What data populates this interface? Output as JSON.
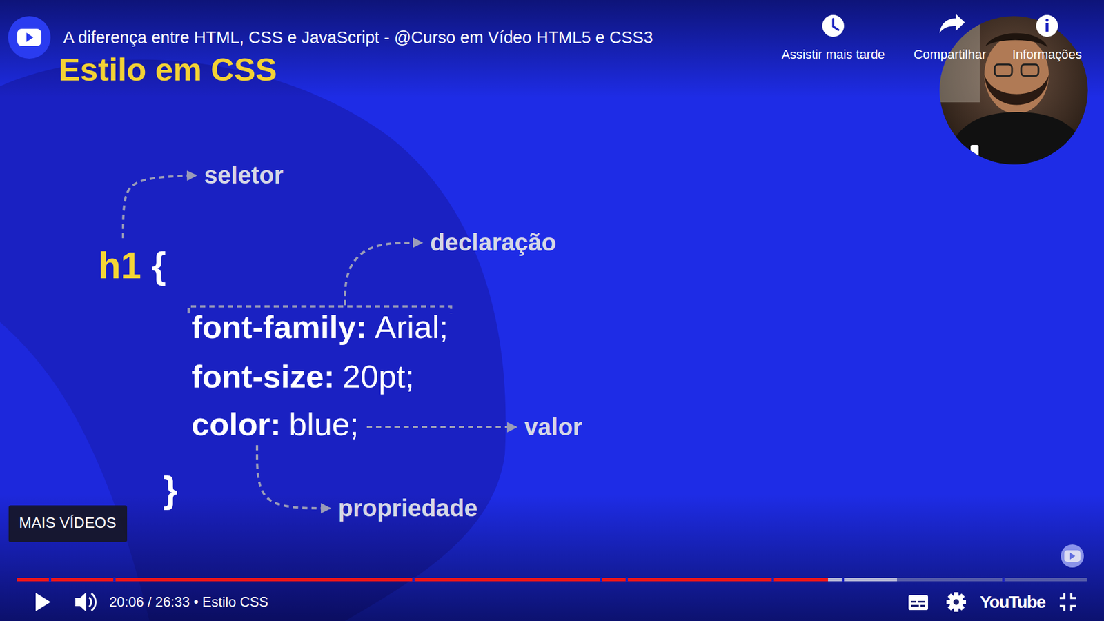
{
  "diagram": {
    "title": "Estilo em CSS",
    "nodes": [
      {
        "text": [
          "MAIS VÍDEOS"
        ]
      }
    ],
    "labels": [
      "A diferença entre HTML, CSS e JavaScript - @Curso em Vídeo HTML5 e CSS3",
      "Assistir mais tarde",
      "Compartilhar",
      "Informações",
      "seletor",
      "h1",
      "{",
      "declaração",
      "font-family:",
      "Arial;",
      "font-size:",
      "20pt;",
      "color:",
      "blue;",
      "valor",
      "}",
      "propriedade",
      "20:06 / 26:33 • Estilo CSS",
      "YouTube"
    ]
  }
}
